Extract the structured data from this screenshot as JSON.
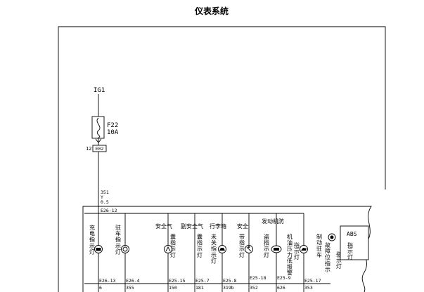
{
  "title": "仪表系统",
  "power": {
    "source": "IG1",
    "fuse_name": "F22",
    "fuse_rating": "10A",
    "connector_pin": "12",
    "connector_id": "E02"
  },
  "main_wire": {
    "number": "351",
    "color": "Y",
    "gauge": "0.5",
    "connector": "E26-12"
  },
  "indicators": [
    {
      "id": "charge",
      "label": "充电指示灯",
      "icon": "battery-icon",
      "connector": "E26-13",
      "wire": "6"
    },
    {
      "id": "parking-brake",
      "label": "驻车指示灯",
      "icon": "parking-brake-icon",
      "connector": "E26-4",
      "wire": "355"
    },
    {
      "id": "airbag",
      "label": "安全气囊指示灯",
      "icon": "airbag-icon",
      "connector": "E25-15",
      "wire": "150"
    },
    {
      "id": "passenger-airbag",
      "label": "副安全气囊指示灯",
      "icon": "",
      "connector": "E25-7",
      "wire": "181"
    },
    {
      "id": "trunk",
      "label": "行李箱未关指示灯",
      "icon": "trunk-open-icon",
      "connector": "E25-8",
      "wire": "319b"
    },
    {
      "id": "seatbelt",
      "label": "安全带指示灯",
      "icon": "seatbelt-icon",
      "connector": "E25-18",
      "wire": "352"
    },
    {
      "id": "immobilizer",
      "label": "发动机防盗指示灯",
      "icon": "immobilizer-icon",
      "connector": "E25-9",
      "wire": "626"
    },
    {
      "id": "oil-pressure",
      "label": "机油压力低报警指示灯",
      "icon": "oil-can-icon",
      "connector": "E25-17",
      "wire": "353"
    },
    {
      "id": "brake-fault",
      "label": "制动驻车故障位指示灯",
      "icon": "brake-warning-icon",
      "connector": "",
      "wire": ""
    },
    {
      "id": "abs",
      "label": "ABS指示灯",
      "icon": "",
      "connector": "",
      "wire": ""
    }
  ],
  "labels": {
    "passenger_airbag_top": "副安全气",
    "passenger_airbag_side": "囊指示灯",
    "airbag_top": "安全气",
    "airbag_side": "囊指示灯",
    "trunk_top": "行李箱",
    "trunk_side": "未关指示灯",
    "seatbelt_top": "安全",
    "seatbelt_side": "带指示灯",
    "immobilizer_top": "发动机防",
    "immobilizer_side": "盗指示灯",
    "oil_col1": "机油压力低报警",
    "oil_col2": "指示灯",
    "brake_col1": "制动驻车",
    "brake_col2": "故障位指示",
    "brake_col3": "指示灯",
    "abs_head": "ABS",
    "abs_col": "指示灯",
    "charge": "充电指示灯",
    "parking": "驻车指示灯"
  }
}
